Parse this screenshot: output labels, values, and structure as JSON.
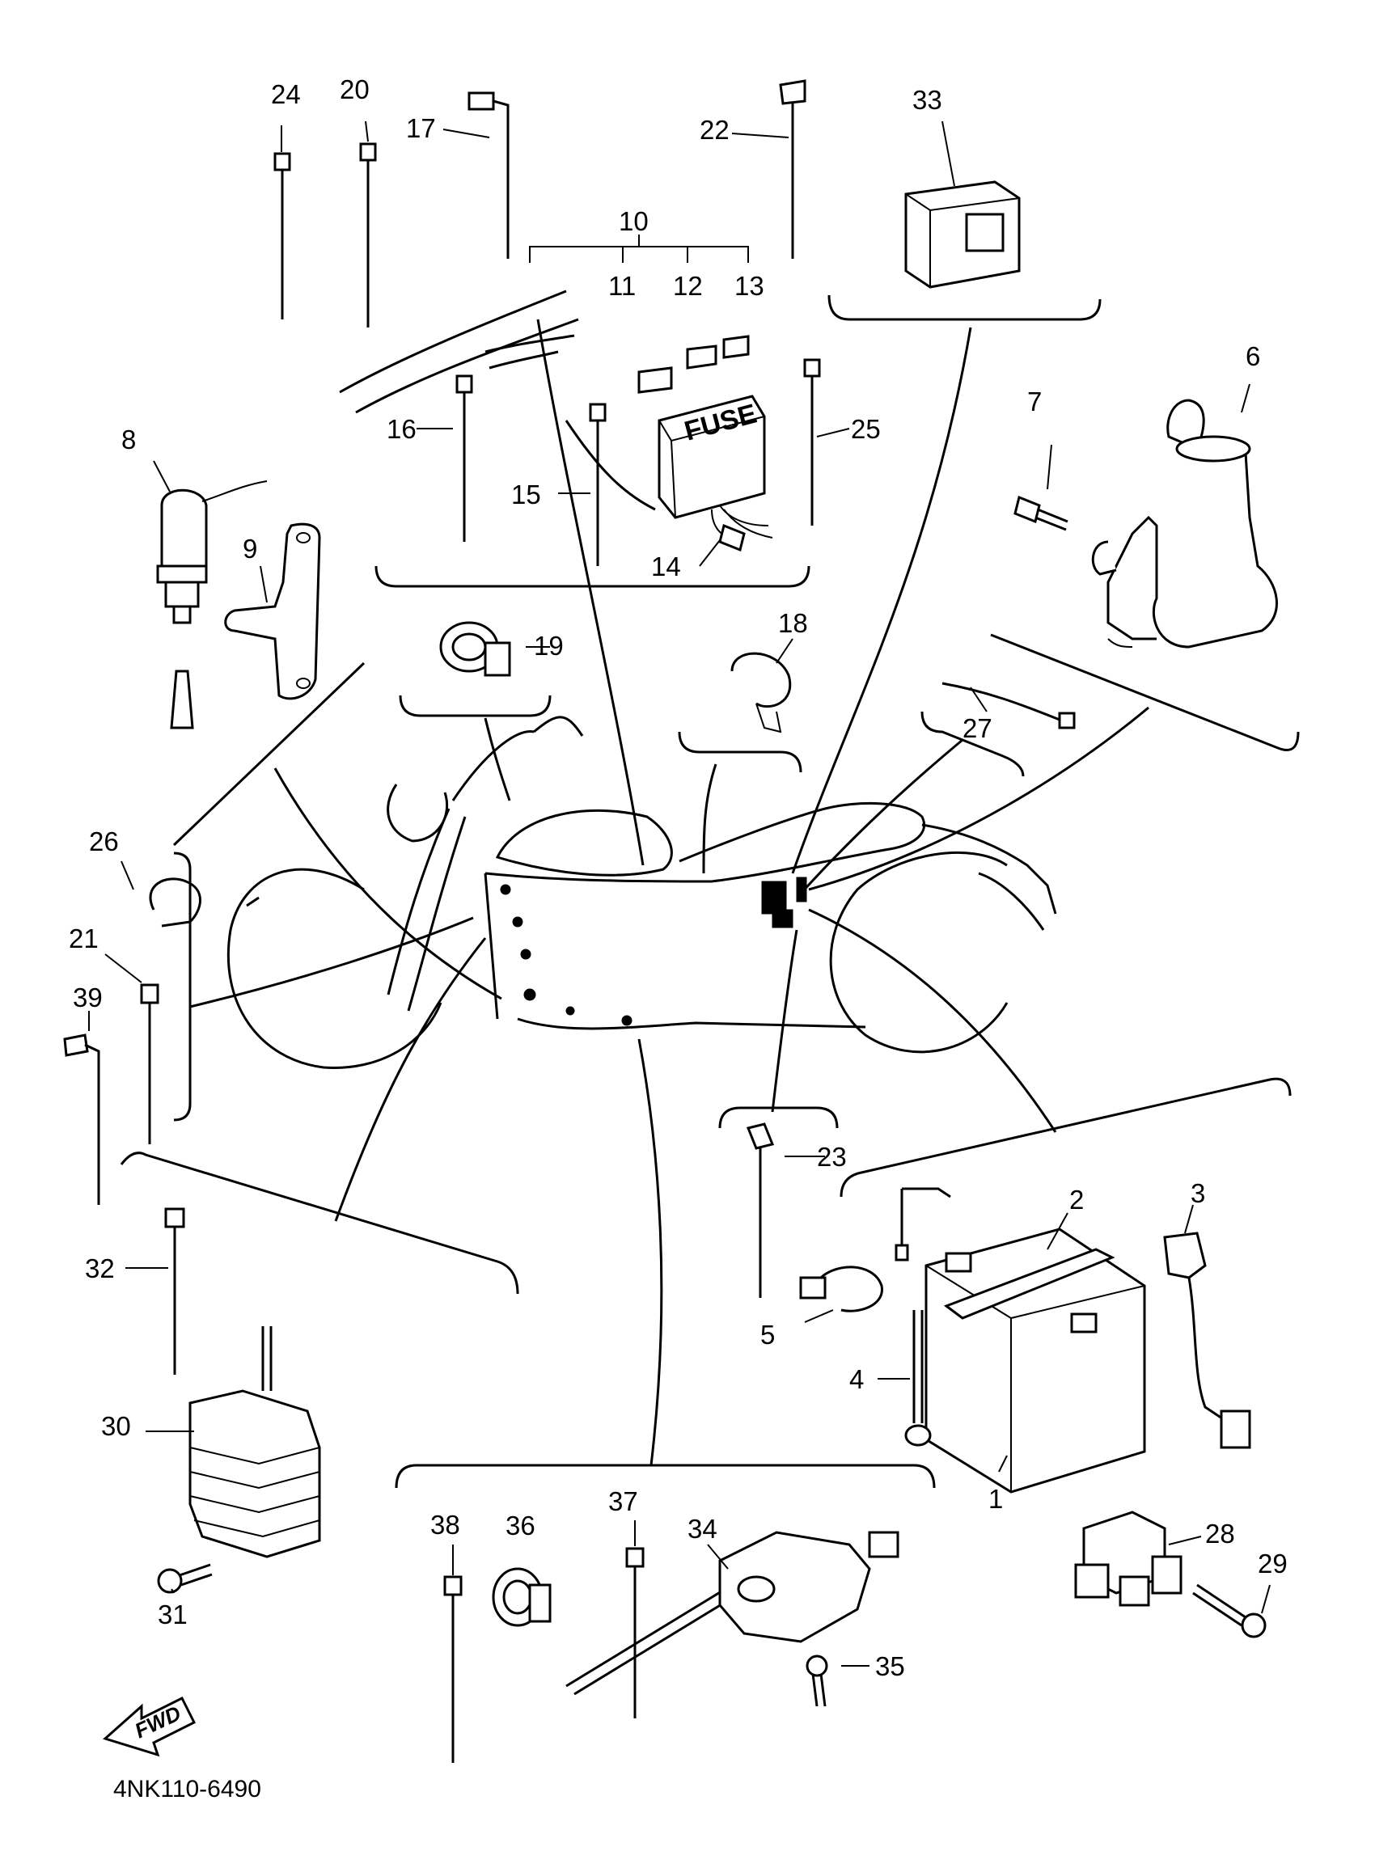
{
  "diagram": {
    "callouts": [
      "1",
      "2",
      "3",
      "4",
      "5",
      "6",
      "7",
      "8",
      "9",
      "10",
      "11",
      "12",
      "13",
      "14",
      "15",
      "16",
      "17",
      "18",
      "19",
      "20",
      "21",
      "22",
      "23",
      "24",
      "25",
      "26",
      "27",
      "28",
      "29",
      "30",
      "31",
      "32",
      "33",
      "34",
      "35",
      "36",
      "37",
      "38",
      "39"
    ],
    "fuse_box_label": "FUSE",
    "forward_arrow_label": "FWD",
    "drawing_code": "4NK110-6490"
  }
}
